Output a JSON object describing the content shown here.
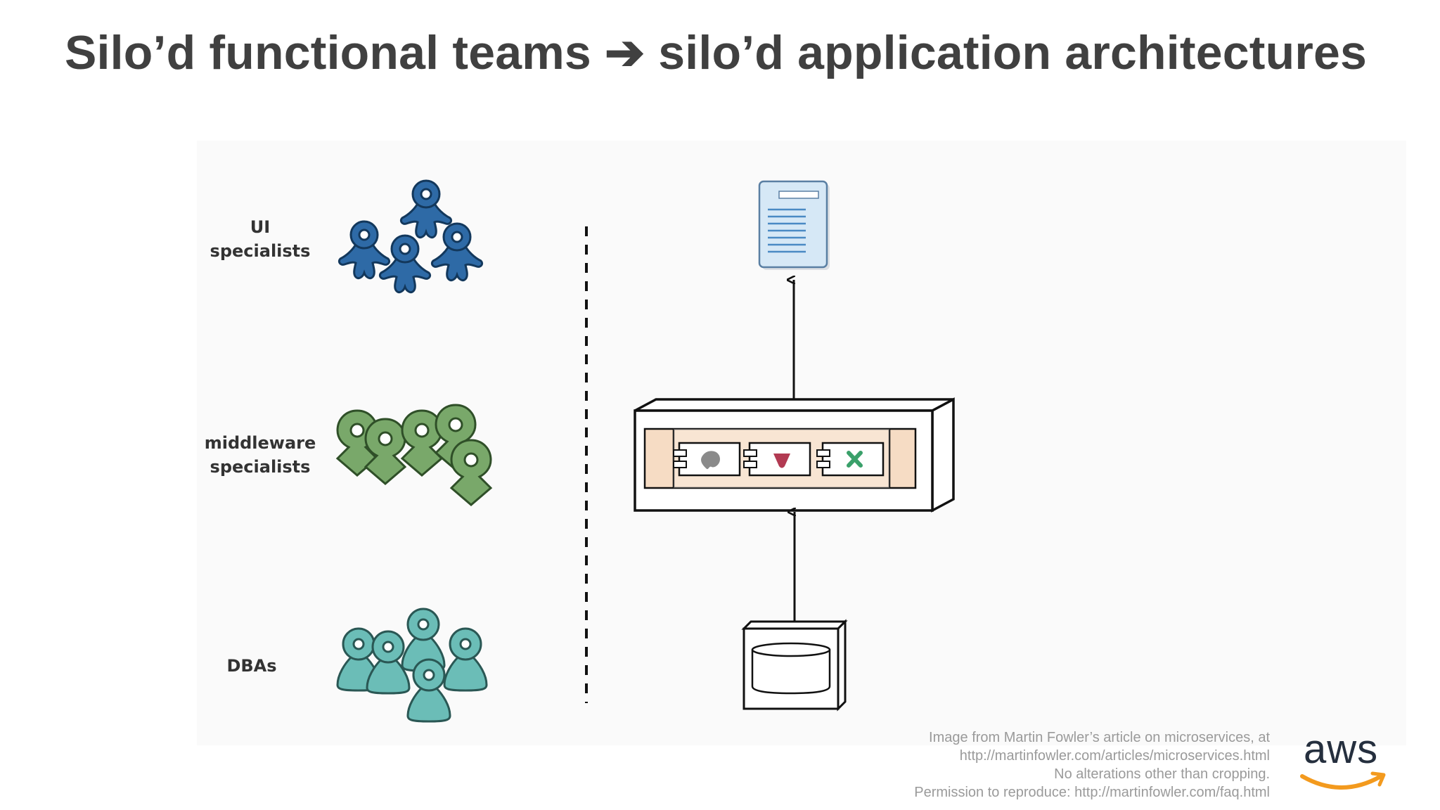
{
  "title": "Silo’d functional teams ➔ silo’d application architectures",
  "teams": [
    {
      "line1": "UI",
      "line2": "specialists",
      "color": "#2e6aa6"
    },
    {
      "line1": "middleware",
      "line2": "specialists",
      "color": "#79a86a"
    },
    {
      "line1": "DBAs",
      "line2": "",
      "color": "#6bbdb7"
    }
  ],
  "credit": [
    "Image from Martin Fowler’s article on microservices, at",
    "http://martinfowler.com/articles/microservices.html",
    "No alterations other than cropping.",
    "Permission to reproduce: http://martinfowler.com/faq.html"
  ],
  "logo": {
    "text": "aws",
    "smile_color": "#f39a1e"
  },
  "colors": {
    "title": "#404040",
    "component_band": "#f6dcc4",
    "document_fill": "#d6e8f6"
  }
}
